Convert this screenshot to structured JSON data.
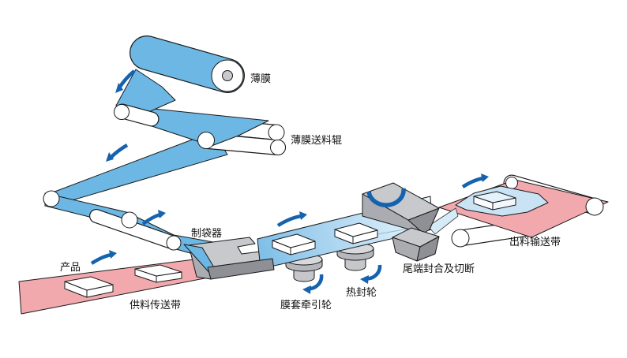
{
  "diagram": {
    "labels": {
      "film": "薄膜",
      "film_feed_roller": "薄膜送料辊",
      "bag_former": "制袋器",
      "product": "产品",
      "infeed_conveyor": "供料传送带",
      "film_tube_traction_wheel": "膜套牵引轮",
      "heat_seal_wheel": "热封轮",
      "end_seal_and_cutoff": "尾端封合及切断",
      "outfeed_conveyor": "出料输送带"
    },
    "colors": {
      "film_blue": "#6CB7E4",
      "film_tube_light": "#EDF7FD",
      "conveyor_pink": "#F2A9AE",
      "machine_gray": "#C8C9CC",
      "arrow_blue": "#1563AE"
    }
  }
}
